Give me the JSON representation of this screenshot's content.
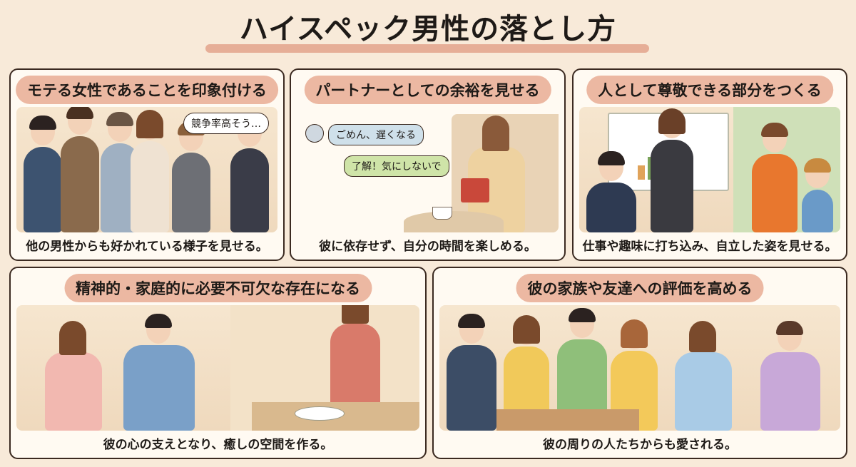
{
  "title": "ハイスペック男性の落とし方",
  "colors": {
    "background": "#f8ead9",
    "pill": "#ecb8a2",
    "border": "#3b2a21",
    "chat_him": "#cfe0ea",
    "chat_her": "#cfe4a8"
  },
  "panels": [
    {
      "heading": "モテる女性であることを印象付ける",
      "bubble": "競争率高そう…",
      "caption": "他の男性からも好かれている様子を見せる。"
    },
    {
      "heading": "パートナーとしての余裕を見せる",
      "chat": [
        "ごめん、遅くなる",
        "了解！気にしないで"
      ],
      "caption": "彼に依存せず、自分の時間を楽しめる。"
    },
    {
      "heading": "人として尊敬できる部分をつくる",
      "caption": "仕事や趣味に打ち込み、自立した姿を見せる。"
    },
    {
      "heading": "精神的・家庭的に必要不可欠な存在になる",
      "caption": "彼の心の支えとなり、癒しの空間を作る。"
    },
    {
      "heading": "彼の家族や友達への評価を高める",
      "caption": "彼の周りの人たちからも愛される。"
    }
  ]
}
